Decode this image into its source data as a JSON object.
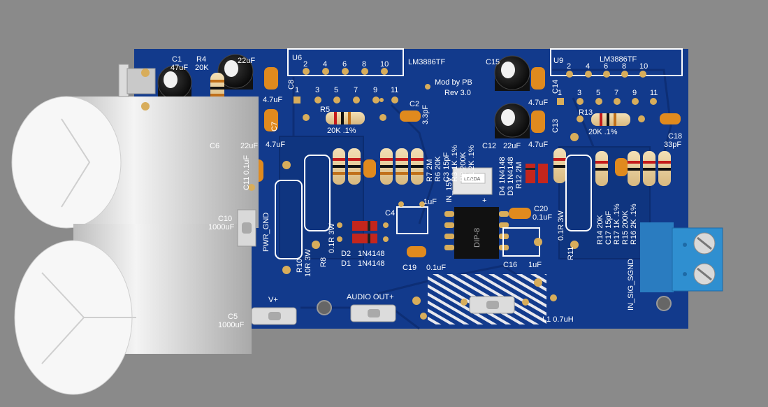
{
  "colors": {
    "background": "#8a8a8a",
    "pcb": "#123a8c",
    "pcb_dark": "#0c2c70",
    "silkscreen": "#ffffff",
    "pad_gold": "#d8ad5b",
    "capacitor_orange": "#e08a1e",
    "diode_red": "#c4261d",
    "terminal_blue": "#2f8fd0"
  },
  "board": {
    "mod_text": "Mod by PB",
    "rev_text": "Rev 3.0"
  },
  "chips": [
    {
      "id": "U6",
      "part": "LM3886TF",
      "pins_top": [
        "2",
        "4",
        "6",
        "8",
        "10"
      ],
      "pins_bottom": [
        "1",
        "3",
        "5",
        "7",
        "9",
        "11"
      ]
    },
    {
      "id": "U9",
      "part": "LM3886TF",
      "pins_top": [
        "2",
        "4",
        "6",
        "8",
        "10"
      ],
      "pins_bottom": [
        "1",
        "3",
        "5",
        "7",
        "9",
        "11"
      ]
    }
  ],
  "left_channel": {
    "c1_ref": "C1",
    "c1_val": "47uF",
    "r4_ref": "R4",
    "r4_val": "20K",
    "c2_top_val": "22uF",
    "c8_ref": "C8",
    "c8_val": "4.7uF",
    "c6_ref": "C6",
    "c6_val": "22uF",
    "c7_ref": "C7",
    "c7_val": "4.7uF",
    "r5_ref": "R5",
    "r5_val": "20K .1%",
    "c2_ref": "C2",
    "c2_val": "3.3pF",
    "c11_ref": "C11",
    "c11_val": "0.1uF",
    "res_labels": [
      "R7 2M",
      "R6 20K",
      "C3 15pF",
      "R3 1K .1%",
      "R2 200K",
      "R1 2K .1%"
    ],
    "c10_ref": "C10",
    "c10_val": "1000uF",
    "pwr_gnd": "PWR_GND",
    "r10_ref": "R10",
    "r10_val": "10R 3W",
    "r8_ref": "R8",
    "r8_val": "0.1R 3W",
    "d2_ref": "D2",
    "d2_val": "1N4148",
    "d1_ref": "D1",
    "d1_val": "1N4148",
    "c5_ref": "C5",
    "c5_val": "1000uF"
  },
  "center": {
    "c4_ref": "C4",
    "c4_val": "1uF",
    "c19_ref": "C19",
    "c19_val": "0.1uF",
    "ic_label": "DIP-8",
    "led_label": "LCEDA",
    "in_15v": "IN_15V",
    "plus": "+",
    "c16_ref": "C16",
    "c16_val": "1uF",
    "c20_ref": "C20",
    "c20_val": "0.1uF",
    "l1": "L1 0.7uH",
    "v_plus": "V+",
    "audio_out": "AUDIO OUT+"
  },
  "right_channel": {
    "c15_ref": "C15",
    "c14_ref": "C14",
    "c14_val": "4.7uF",
    "c12_ref": "C12",
    "c12_val": "22uF",
    "c13_ref": "C13",
    "c13_val": "4.7uF",
    "r13_ref": "R13",
    "r13_val": "20K .1%",
    "c18_ref": "C18",
    "c18_val": "33pF",
    "diode_labels": [
      "D4 1N4148",
      "D3 1N4148",
      "R12 2M"
    ],
    "r11_ref": "R11",
    "r11_val": "0.1R 3W",
    "res_labels": [
      "R14 20K",
      "C17 15pF",
      "R17 1K .1%",
      "R15 200K",
      "R16 2K .1%"
    ],
    "in_sig": "IN_SIG_SGND"
  }
}
